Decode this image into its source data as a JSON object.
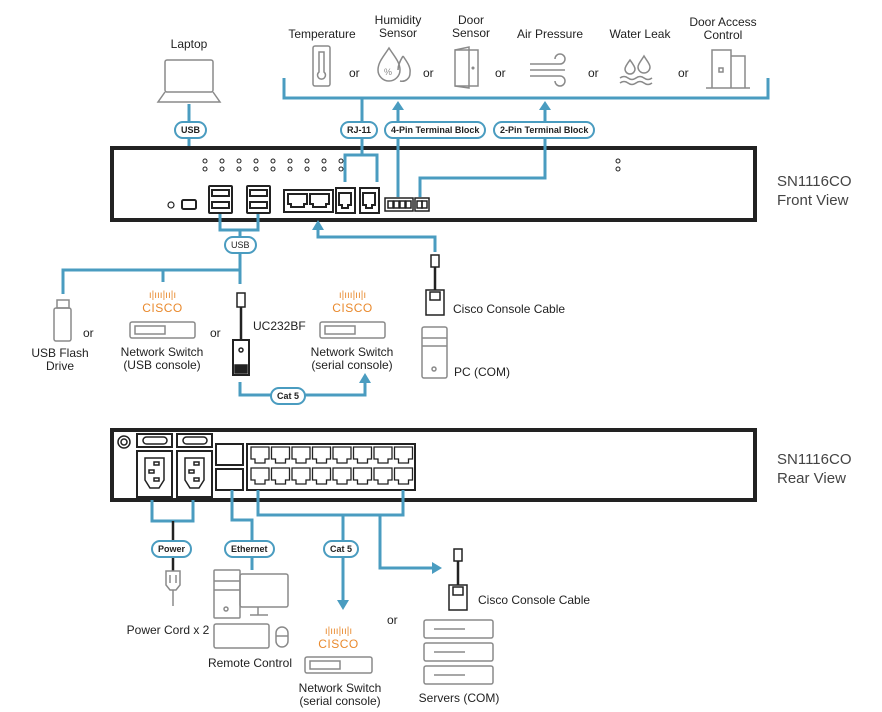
{
  "colors": {
    "cable": "#4a9cc0",
    "device": "#222222",
    "icon": "#8a8a8a",
    "cisco": "#e98a2e"
  },
  "views": {
    "front": {
      "model": "SN1116CO",
      "view": "Front View"
    },
    "rear": {
      "model": "SN1116CO",
      "view": "Rear View"
    }
  },
  "sensors": [
    {
      "label": "Temperature",
      "icon": "thermometer-icon"
    },
    {
      "label": "Humidity Sensor",
      "icon": "humidity-icon"
    },
    {
      "label": "Door Sensor",
      "icon": "door-icon"
    },
    {
      "label": "Air Pressure",
      "icon": "wind-icon"
    },
    {
      "label": "Water Leak",
      "icon": "water-leak-icon"
    },
    {
      "label": "Door Access Control",
      "icon": "door-access-icon"
    }
  ],
  "or_text": "or",
  "pills": {
    "usb_top": "USB",
    "rj11": "RJ-11",
    "pin4": "4-Pin Terminal Block",
    "pin2": "2-Pin Terminal Block",
    "usb_bottom": "USB",
    "cat5_front": "Cat 5",
    "power": "Power",
    "ethernet": "Ethernet",
    "cat5_rear": "Cat 5"
  },
  "devices": {
    "laptop": "Laptop",
    "usb_flash": "USB Flash Drive",
    "switch_usb": "Network Switch (USB console)",
    "uc232bf": "UC232BF",
    "switch_serial_front": "Network Switch (serial console)",
    "cisco_cable_front": "Cisco Console Cable",
    "pc_com": "PC (COM)",
    "power_cord": "Power Cord x 2",
    "remote_control": "Remote Control",
    "switch_serial_rear": "Network Switch (serial console)",
    "cisco_cable_rear": "Cisco Console Cable",
    "servers": "Servers (COM)"
  },
  "cisco_logo": "CISCO"
}
